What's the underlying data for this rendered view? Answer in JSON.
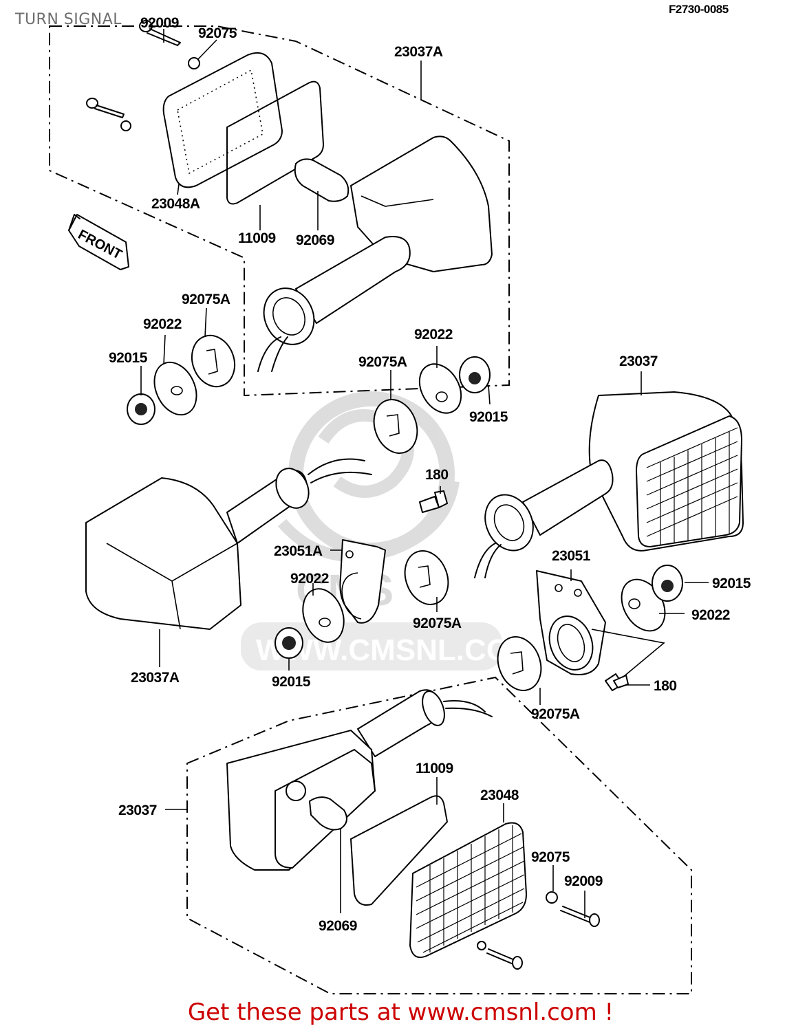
{
  "header": {
    "title": "TURN SIGNAL",
    "diagram_code": "F2730-0085"
  },
  "footer": {
    "promo_text": "Get these parts at www.cmsnl.com !",
    "promo_color": "#cc0000"
  },
  "watermark": {
    "text": "WWW.CMSNL.COM",
    "brand": "CMS"
  },
  "direction_marker": {
    "label": "FRONT"
  },
  "parts": {
    "upper_left_lamp": {
      "screw_top": "92009",
      "nut_top": "92075",
      "lens": "23048A",
      "gasket": "11009",
      "bulb": "92069",
      "housing": "23037A",
      "grommet": "92075A",
      "washer": "92022",
      "nut": "92015"
    },
    "middle_upper": {
      "washer": "92022",
      "grommet": "92075A",
      "nut": "92015",
      "housing": "23037"
    },
    "middle_left_lamp": {
      "bolt": "180",
      "bracket": "23051A",
      "washer": "92022",
      "grommet": "92075A",
      "nut": "92015",
      "housing": "23037A"
    },
    "middle_right": {
      "bracket": "23051",
      "nut": "92015",
      "washer": "92022",
      "bolt": "180",
      "grommet": "92075A"
    },
    "lower_lamp": {
      "gasket": "11009",
      "lens": "23048",
      "housing": "23037",
      "nut": "92075",
      "screw": "92009",
      "bulb": "92069"
    }
  }
}
